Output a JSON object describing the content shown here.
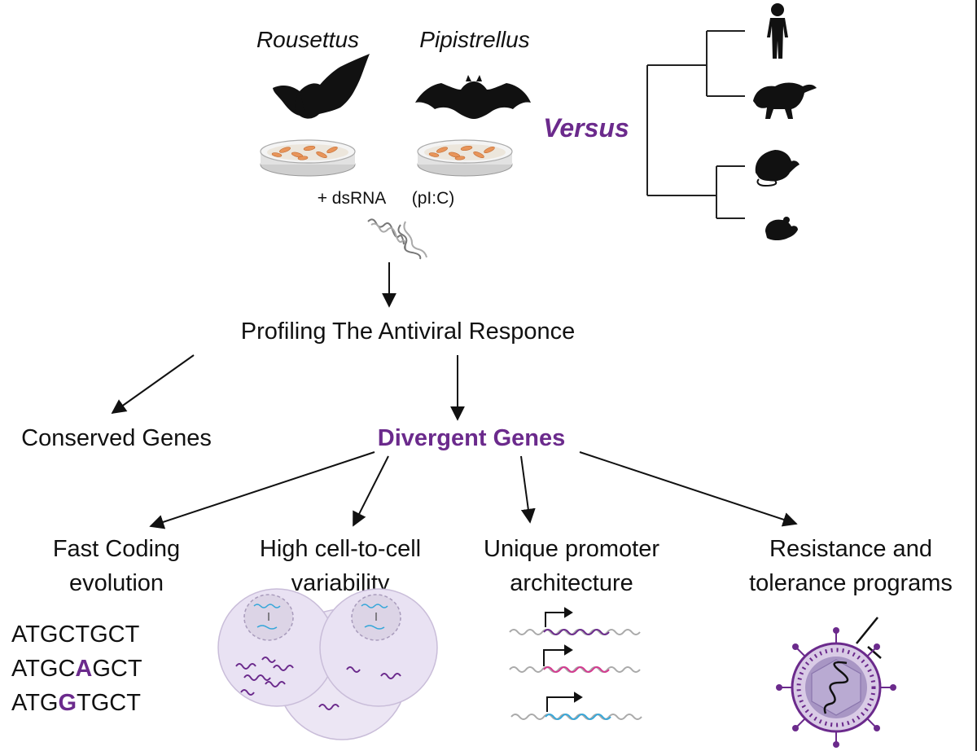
{
  "labels": {
    "species_1": "Rousettus",
    "species_2": "Pipistrellus",
    "treatment": "+ dsRNA",
    "treatment_detail": "(pI:C)",
    "versus": "Versus",
    "main_step": "Profiling The Antiviral Responce",
    "conserved": "Conserved Genes",
    "divergent": "Divergent Genes"
  },
  "categories": [
    {
      "line1": "Fast Coding",
      "line2": "evolution"
    },
    {
      "line1": "High cell-to-cell",
      "line2": "variability"
    },
    {
      "line1": "Unique promoter",
      "line2": "architecture"
    },
    {
      "line1": "Resistance and",
      "line2": "tolerance programs"
    }
  ],
  "sequences": [
    {
      "pre": "ATGCTGCT",
      "mut": "",
      "post": ""
    },
    {
      "pre": "ATGC",
      "mut": "A",
      "post": "GCT"
    },
    {
      "pre": "ATG",
      "mut": "G",
      "post": "TGCT"
    }
  ],
  "colors": {
    "accent": "#6b2a8c",
    "text": "#111111",
    "cell": "#e9e2f3",
    "magenta": "#d4388f",
    "cyan": "#37a7d9"
  },
  "icons": [
    "bat-rousettus-icon",
    "bat-pipistrellus-icon",
    "petri-dish-icon",
    "dsrna-icon",
    "human-icon",
    "monkey-icon",
    "rat-icon",
    "mouse-icon",
    "virus-icon",
    "inhibition-icon"
  ]
}
